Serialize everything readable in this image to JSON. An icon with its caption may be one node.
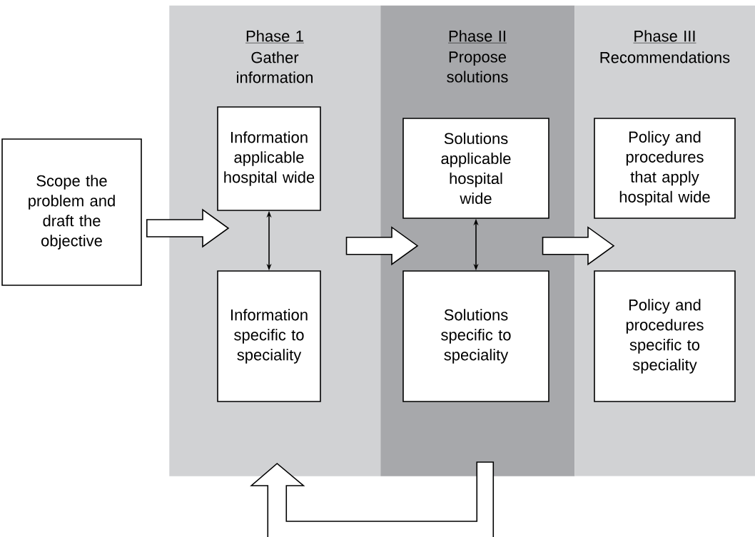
{
  "diagram": {
    "nodes": [
      {
        "text": [
          "Phase 1",
          "Gather information"
        ]
      },
      {
        "text": [
          "Phase II",
          "Propose solutions"
        ]
      },
      {
        "text": [
          "Phase III",
          "Recommendations"
        ]
      },
      {
        "text": [
          "Scope the problem and draft the objective"
        ]
      },
      {
        "text": [
          "Information applicable hospital wide"
        ],
        "in": 0
      },
      {
        "text": [
          "Information specific to speciality"
        ],
        "in": 0
      },
      {
        "text": [
          "Solutions applicable hospital wide"
        ],
        "in": 1
      },
      {
        "text": [
          "Solutions specific to speciality"
        ],
        "in": 1
      },
      {
        "text": [
          "Policy and procedures that apply hospital wide"
        ],
        "in": 2
      },
      {
        "text": [
          "Policy and procedures specific to speciality"
        ],
        "in": 2
      }
    ],
    "edges": [
      {
        "from": 3,
        "to": 0,
        "arrow": "to"
      },
      {
        "from": 4,
        "to": 5,
        "arrow": "both"
      },
      {
        "from": 0,
        "to": 1,
        "arrow": "to"
      },
      {
        "from": 6,
        "to": 7,
        "arrow": "both"
      },
      {
        "from": 1,
        "to": 2,
        "arrow": "to"
      },
      {
        "from": 1,
        "to": 0,
        "arrow": "to"
      }
    ]
  }
}
